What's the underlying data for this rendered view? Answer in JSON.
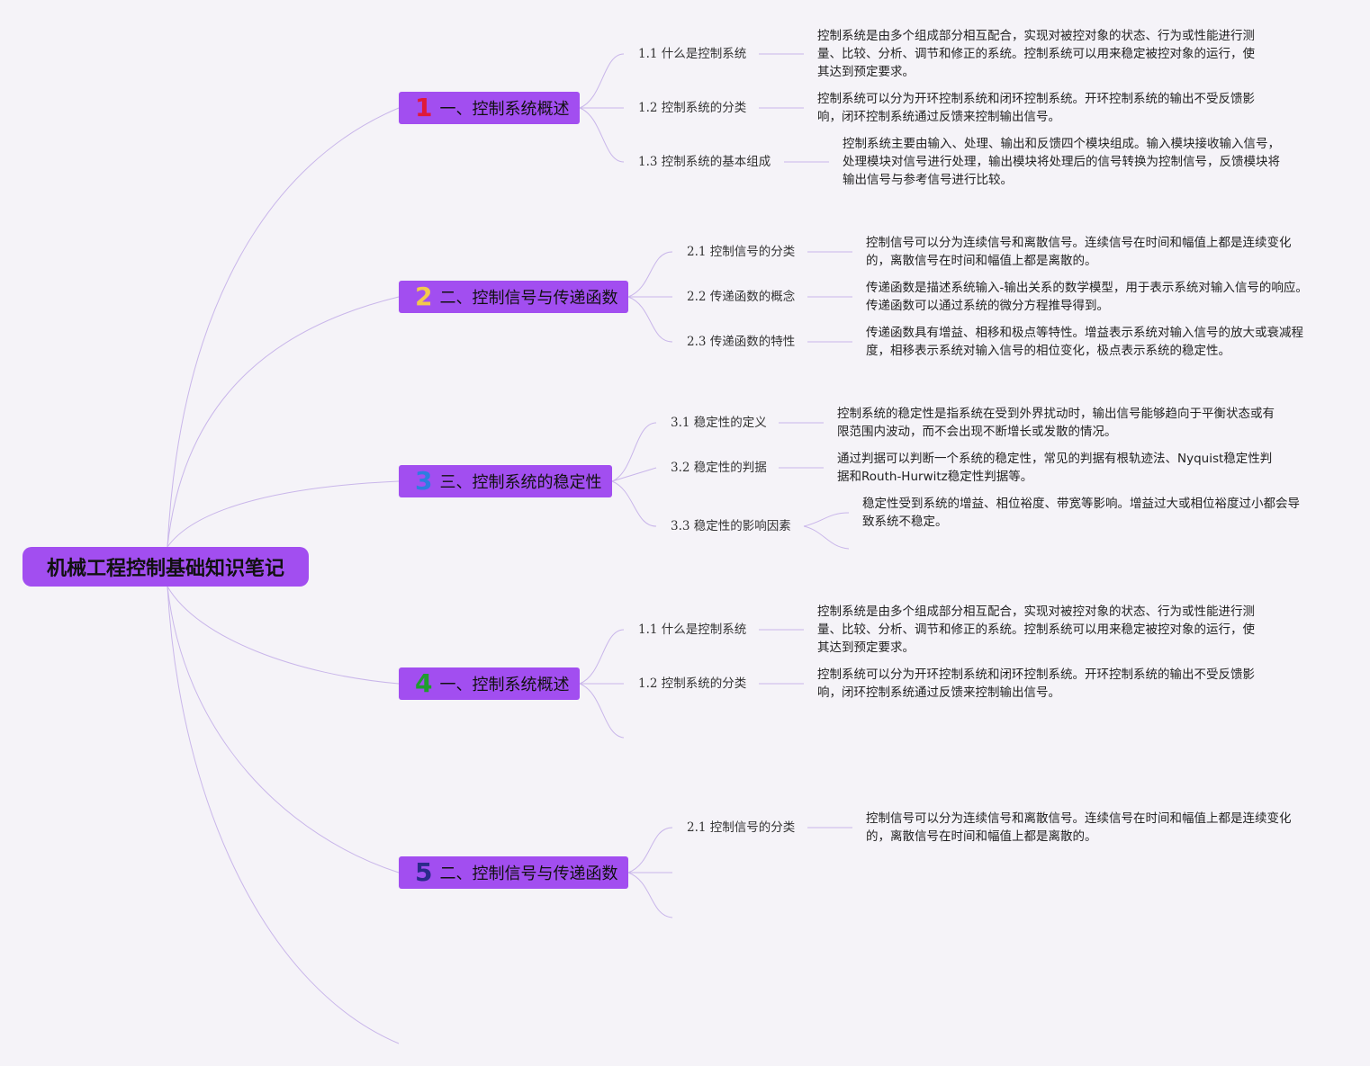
{
  "root": {
    "label": "机械工程控制基础知识笔记"
  },
  "colors": {
    "node_fill": "#a24ef0",
    "line": "#c9b6ea",
    "badge_1": "#e0193a",
    "badge_2": "#f2c94c",
    "badge_3": "#2d7de0",
    "badge_4": "#1f9d2e",
    "badge_5": "#2a2a8a"
  },
  "topics": [
    {
      "number": "1",
      "label": "一、控制系统概述",
      "subs": [
        {
          "label": "1.1 什么是控制系统",
          "detail": "控制系统是由多个组成部分相互配合，实现对被控对象的状态、行为或性能进行测量、比较、分析、调节和修正的系统。控制系统可以用来稳定被控对象的运行，使其达到预定要求。"
        },
        {
          "label": "1.2 控制系统的分类",
          "detail": "控制系统可以分为开环控制系统和闭环控制系统。开环控制系统的输出不受反馈影响，闭环控制系统通过反馈来控制输出信号。"
        },
        {
          "label": "1.3 控制系统的基本组成",
          "detail": "控制系统主要由输入、处理、输出和反馈四个模块组成。输入模块接收输入信号，处理模块对信号进行处理，输出模块将处理后的信号转换为控制信号，反馈模块将输出信号与参考信号进行比较。"
        }
      ]
    },
    {
      "number": "2",
      "label": "二、控制信号与传递函数",
      "subs": [
        {
          "label": "2.1 控制信号的分类",
          "detail": "控制信号可以分为连续信号和离散信号。连续信号在时间和幅值上都是连续变化的，离散信号在时间和幅值上都是离散的。"
        },
        {
          "label": "2.2 传递函数的概念",
          "detail": "传递函数是描述系统输入-输出关系的数学模型，用于表示系统对输入信号的响应。传递函数可以通过系统的微分方程推导得到。"
        },
        {
          "label": "2.3 传递函数的特性",
          "detail": "传递函数具有增益、相移和极点等特性。增益表示系统对输入信号的放大或衰减程度，相移表示系统对输入信号的相位变化，极点表示系统的稳定性。"
        }
      ]
    },
    {
      "number": "3",
      "label": "三、控制系统的稳定性",
      "subs": [
        {
          "label": "3.1 稳定性的定义",
          "detail": "控制系统的稳定性是指系统在受到外界扰动时，输出信号能够趋向于平衡状态或有限范围内波动，而不会出现不断增长或发散的情况。"
        },
        {
          "label": "3.2 稳定性的判据",
          "detail": "通过判据可以判断一个系统的稳定性，常见的判据有根轨迹法、Nyquist稳定性判据和Routh-Hurwitz稳定性判据等。"
        },
        {
          "label": "3.3 稳定性的影响因素",
          "detail": "稳定性受到系统的增益、相位裕度、带宽等影响。增益过大或相位裕度过小都会导致系统不稳定。"
        }
      ]
    },
    {
      "number": "4",
      "label": "一、控制系统概述",
      "subs": [
        {
          "label": "1.1 什么是控制系统",
          "detail": "控制系统是由多个组成部分相互配合，实现对被控对象的状态、行为或性能进行测量、比较、分析、调节和修正的系统。控制系统可以用来稳定被控对象的运行，使其达到预定要求。"
        },
        {
          "label": "1.2 控制系统的分类",
          "detail": "控制系统可以分为开环控制系统和闭环控制系统。开环控制系统的输出不受反馈影响，闭环控制系统通过反馈来控制输出信号。"
        }
      ]
    },
    {
      "number": "5",
      "label": "二、控制信号与传递函数",
      "subs": [
        {
          "label": "2.1 控制信号的分类",
          "detail": "控制信号可以分为连续信号和离散信号。连续信号在时间和幅值上都是连续变化的，离散信号在时间和幅值上都是离散的。"
        }
      ]
    }
  ]
}
